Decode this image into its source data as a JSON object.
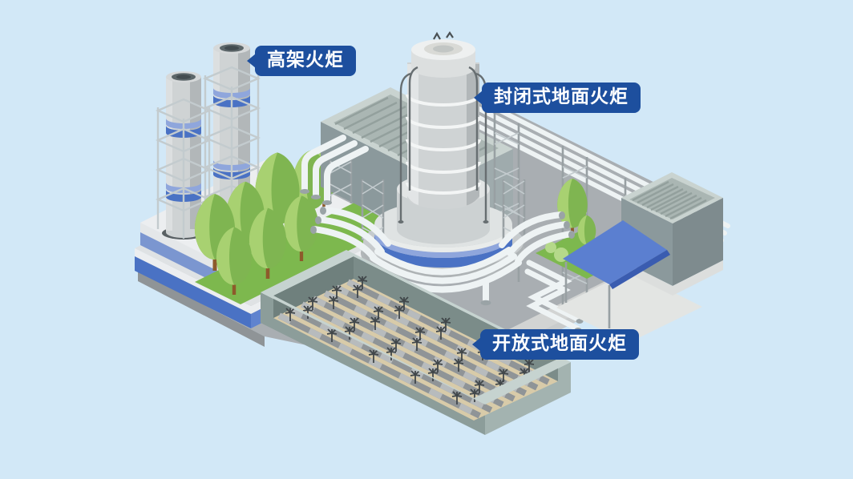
{
  "callouts": [
    {
      "id": "elevated-flare",
      "label": "高架火炬",
      "points_to": "twin-elevated-flare-stacks"
    },
    {
      "id": "enclosed-ground-flare",
      "label": "封闭式地面火炬",
      "points_to": "enclosed-ground-flare-tower"
    },
    {
      "id": "open-ground-flare",
      "label": "开放式地面火炬",
      "points_to": "open-ground-flare-pit"
    }
  ],
  "illustration": {
    "parts": [
      "elevated-flare-stacks",
      "enclosed-ground-flare-tower",
      "open-ground-flare-pit",
      "utility-building-left",
      "utility-building-right",
      "pipe-rack",
      "canopy",
      "trees",
      "ground-platform"
    ]
  },
  "colors": {
    "bg": "#d2e8f7",
    "label-blue": "#1d4f9e",
    "label-text": "#ffffff",
    "ground": "#a9aeb2",
    "ground-dark": "#8f9497",
    "ground-light": "#c9cccc",
    "walkway": "#d2d4d3",
    "plat-white": "#eceef0",
    "plat-step": "#dfe2e4",
    "accent-blue": "#4a72c4",
    "accent-blue-light": "#8fa6dc",
    "accent-blue-mid": "#7b96d0",
    "steel": "#cfd3d4",
    "steel-light": "#e2e5e6",
    "steel-dark": "#b2b7b9",
    "ring-white": "#f3f5f5",
    "pipe": "#eef3f4",
    "lattice": "#c3cbce",
    "post": "#98a0a3",
    "dark-metal": "#676e71",
    "opening": "#5d676a",
    "grass": "#7db84e",
    "tree-light": "#a8d171",
    "tree-dark": "#7fb551",
    "trunk": "#8d5a2b",
    "bush": "#b5d98a",
    "bldg-top": "#c9d3d0",
    "bldg-wall": "#8b999c",
    "bldg-wall2": "#7e8b8e",
    "slat": "#93a09d",
    "grille-bed": "#aab6b3",
    "pit-rim": "#c6d3d0",
    "pit-wall": "#8c9d9a",
    "pit-wall2": "#a3b3b0",
    "pit-inner": "#6f807d",
    "pit-inner2": "#7b8c89",
    "pit-floor": "#d8cba9",
    "pit-pipe": "#8f9497",
    "pit-pipe-light": "#b7bbbd",
    "burner": "#41474a",
    "canopy": "#5b7fd0",
    "canopy-dark": "#3a5cb0",
    "pad": "#e3e5e3",
    "flange": "#9aa3a6"
  }
}
